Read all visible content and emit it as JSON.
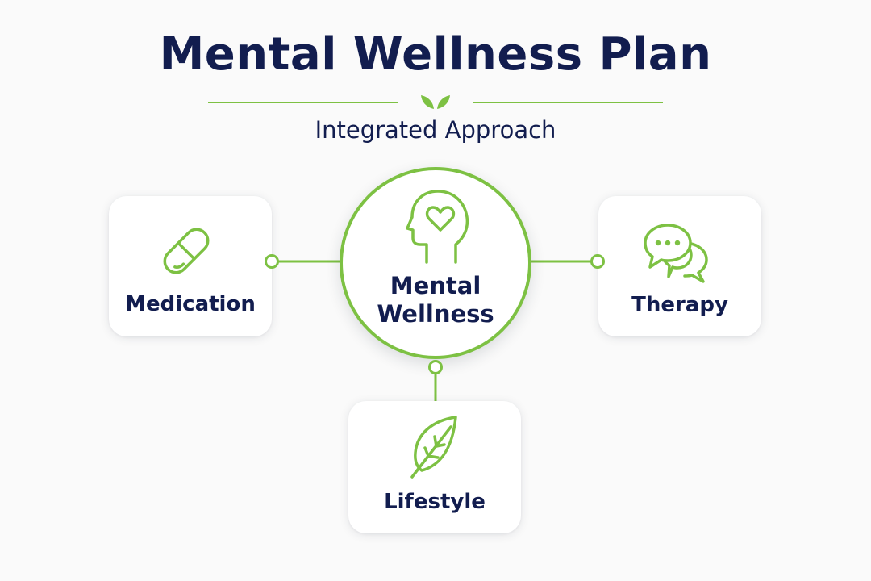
{
  "title": "Mental Wellness Plan",
  "subtitle": "Integrated Approach",
  "divider_icon": "sprout-icon",
  "center": {
    "line1": "Mental",
    "line2": "Wellness",
    "icon": "head-heart-icon"
  },
  "nodes": [
    {
      "label": "Medication",
      "icon": "capsule-icon"
    },
    {
      "label": "Therapy",
      "icon": "chat-bubbles-icon"
    },
    {
      "label": "Lifestyle",
      "icon": "leaf-icon"
    }
  ],
  "colors": {
    "accent": "#7dc143",
    "text": "#121d4f",
    "background": "#fafafa",
    "card": "#ffffff"
  }
}
